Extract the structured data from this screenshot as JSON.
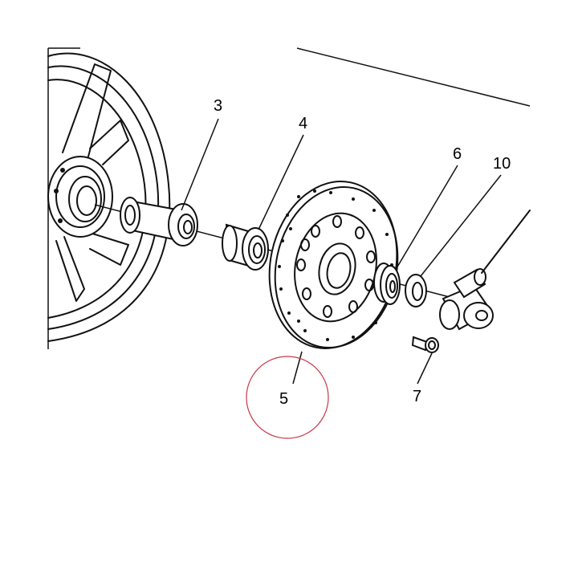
{
  "callouts": {
    "c3": "3",
    "c4": "4",
    "c5": "5",
    "c6": "6",
    "c7": "7",
    "c10": "10"
  },
  "colors": {
    "line": "#111111",
    "highlight_circle": "#c8384a",
    "background": "#ffffff"
  }
}
